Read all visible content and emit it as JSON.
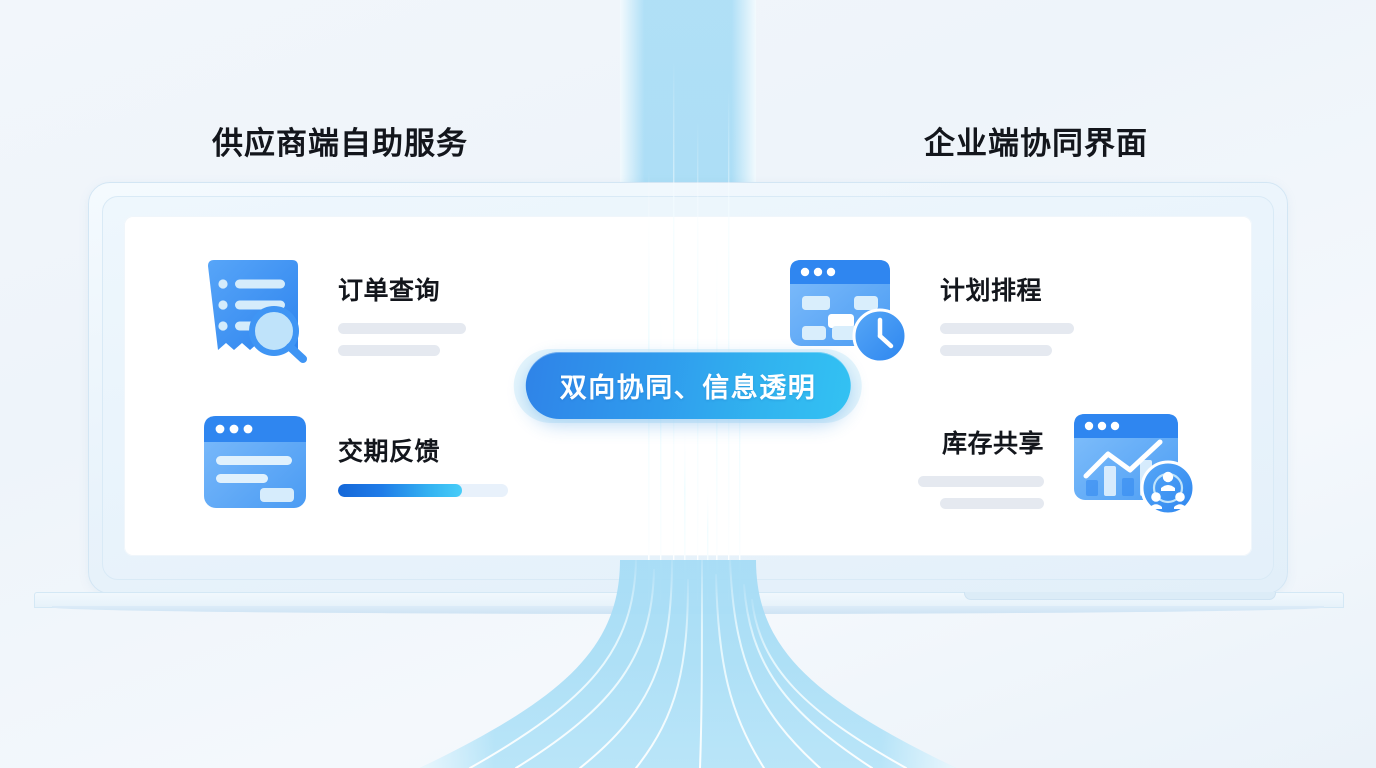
{
  "colors": {
    "background": "#f0f5fb",
    "accent_blue": "#2f83e8",
    "accent_cyan": "#33c2f3",
    "icon_blue": "#4a9cf5",
    "icon_blue_dark": "#2d85f0",
    "placeholder_gray": "#e5e9f0",
    "beam_blue": "#9fd9f4",
    "laptop_bezel": "#e4f0fa",
    "title_text": "#13161c"
  },
  "headings": {
    "left": "供应商端自助服务",
    "right": "企业端协同界面"
  },
  "center_badge": {
    "label": "双向协同、信息透明"
  },
  "device": {
    "name": "laptop-mockup",
    "screen_background": "#ffffff"
  },
  "panels": {
    "left": {
      "name": "supplier-self-service-panel",
      "features": [
        {
          "id": "order-inquiry",
          "label": "订单查询",
          "icon": "receipt-search-icon",
          "layout": "icon-left",
          "detail_type": "placeholder-bars",
          "bars": [
            {
              "width": 128,
              "color": "#e5e9f0"
            },
            {
              "width": 102,
              "color": "#e5e9f0"
            }
          ]
        },
        {
          "id": "delivery-feedback",
          "label": "交期反馈",
          "icon": "browser-window-icon",
          "layout": "icon-left",
          "detail_type": "progress-bar",
          "progress_percent": 73,
          "progress_gradient_from": "#1567d8",
          "progress_gradient_to": "#48cdf8",
          "progress_track_color": "#e8f1fb"
        }
      ]
    },
    "right": {
      "name": "enterprise-collaboration-panel",
      "features": [
        {
          "id": "planning-scheduling",
          "label": "计划排程",
          "icon": "calendar-clock-icon",
          "layout": "icon-left",
          "detail_type": "placeholder-bars",
          "bars": [
            {
              "width": 134,
              "color": "#e5e9f0"
            },
            {
              "width": 112,
              "color": "#e5e9f0"
            }
          ]
        },
        {
          "id": "inventory-sharing",
          "label": "库存共享",
          "icon": "analytics-team-icon",
          "layout": "icon-right",
          "detail_type": "placeholder-bars",
          "bars": [
            {
              "width": 126,
              "color": "#e5e9f0"
            },
            {
              "width": 104,
              "color": "#e5e9f0"
            }
          ]
        }
      ]
    }
  },
  "decoration": {
    "beam": {
      "name": "data-flow-beam",
      "description": "vertical translucent light column flaring outward at the bottom",
      "color": "#9fd9f4",
      "streak_color": "#ffffff",
      "streak_count": 11
    }
  }
}
